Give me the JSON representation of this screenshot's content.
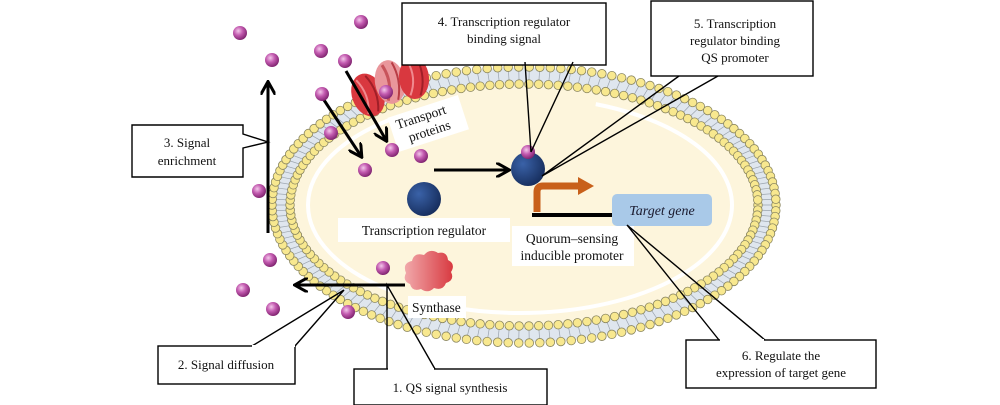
{
  "title": "Quorum sensing mechanism diagram",
  "colors": {
    "cytoplasm": "#fdf5dc",
    "lipid_head": "#f8e88f",
    "lipid_head_stroke": "#8a8660",
    "lipid_tail": "#dfe6ee",
    "signal": "#b0459a",
    "regulator": "#1f3f7a",
    "promoter_arrow": "#c8601a",
    "target_gene": "#a9c9e8",
    "transport_protein": "#d9383f",
    "transport_protein_light": "#e9969b",
    "synthase": "#e2555a"
  },
  "structures": {
    "transport_label": [
      "Transport",
      "proteins"
    ],
    "regulator_label": "Transcription regulator",
    "promoter_label": [
      "Quorum–sensing",
      "inducible promoter"
    ],
    "target_gene_label": "Target gene",
    "synthase_label": "Synthase"
  },
  "callouts": [
    {
      "id": "step-1",
      "lines": [
        "1. QS signal synthesis"
      ]
    },
    {
      "id": "step-2",
      "lines": [
        "2. Signal diffusion"
      ]
    },
    {
      "id": "step-3",
      "lines": [
        "3. Signal",
        "enrichment"
      ]
    },
    {
      "id": "step-4",
      "lines": [
        "4. Transcription regulator",
        "binding signal"
      ]
    },
    {
      "id": "step-5",
      "lines": [
        "5. Transcription",
        "regulator binding",
        "QS promoter"
      ]
    },
    {
      "id": "step-6",
      "lines": [
        "6. Regulate the",
        "expression of target gene"
      ]
    }
  ]
}
